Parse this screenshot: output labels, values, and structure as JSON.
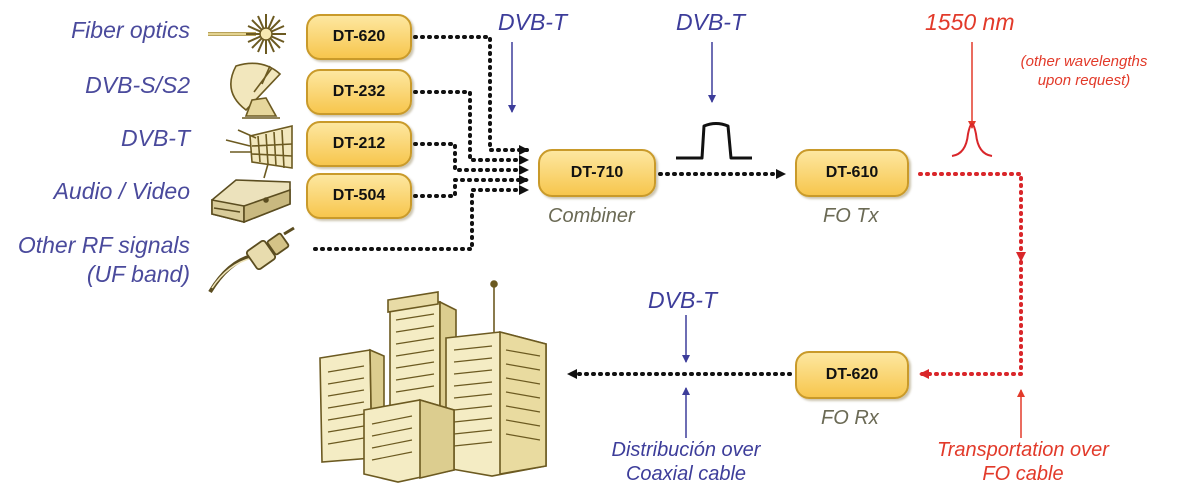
{
  "sources": [
    {
      "label": "Fiber optics",
      "icon": "laser-icon"
    },
    {
      "label": "DVB-S/S2",
      "icon": "satellite-dish-icon"
    },
    {
      "label": "DVB-T",
      "icon": "antenna-icon"
    },
    {
      "label": "Audio / Video",
      "icon": "media-player-icon"
    },
    {
      "label": "Other RF signals",
      "label2": "(UF band)",
      "icon": "rf-connector-icon"
    }
  ],
  "input_modules": [
    "DT-620",
    "DT-232",
    "DT-212",
    "DT-504"
  ],
  "combiner": {
    "model": "DT-710",
    "caption": "Combiner"
  },
  "transmitter": {
    "model": "DT-610",
    "caption": "FO Tx"
  },
  "receiver": {
    "model": "DT-620",
    "caption": "FO Rx"
  },
  "signal_labels": {
    "combined": "DVB-T",
    "spectrum": "DVB-T",
    "distribution": "DVB-T",
    "wavelength": "1550 nm",
    "wavelength_note_1": "(other wavelengths",
    "wavelength_note_2": "upon request)"
  },
  "transport": {
    "line1": "Transportation over",
    "line2": "FO cable"
  },
  "distribution": {
    "line1": "Distribución over",
    "line2": "Coaxial cable"
  },
  "colors": {
    "blue": "#3d3d9a",
    "red": "#e23a2a",
    "module_fill": "#f7c64d",
    "caption": "#6b6a55"
  },
  "destination_icon": "city-buildings-icon"
}
